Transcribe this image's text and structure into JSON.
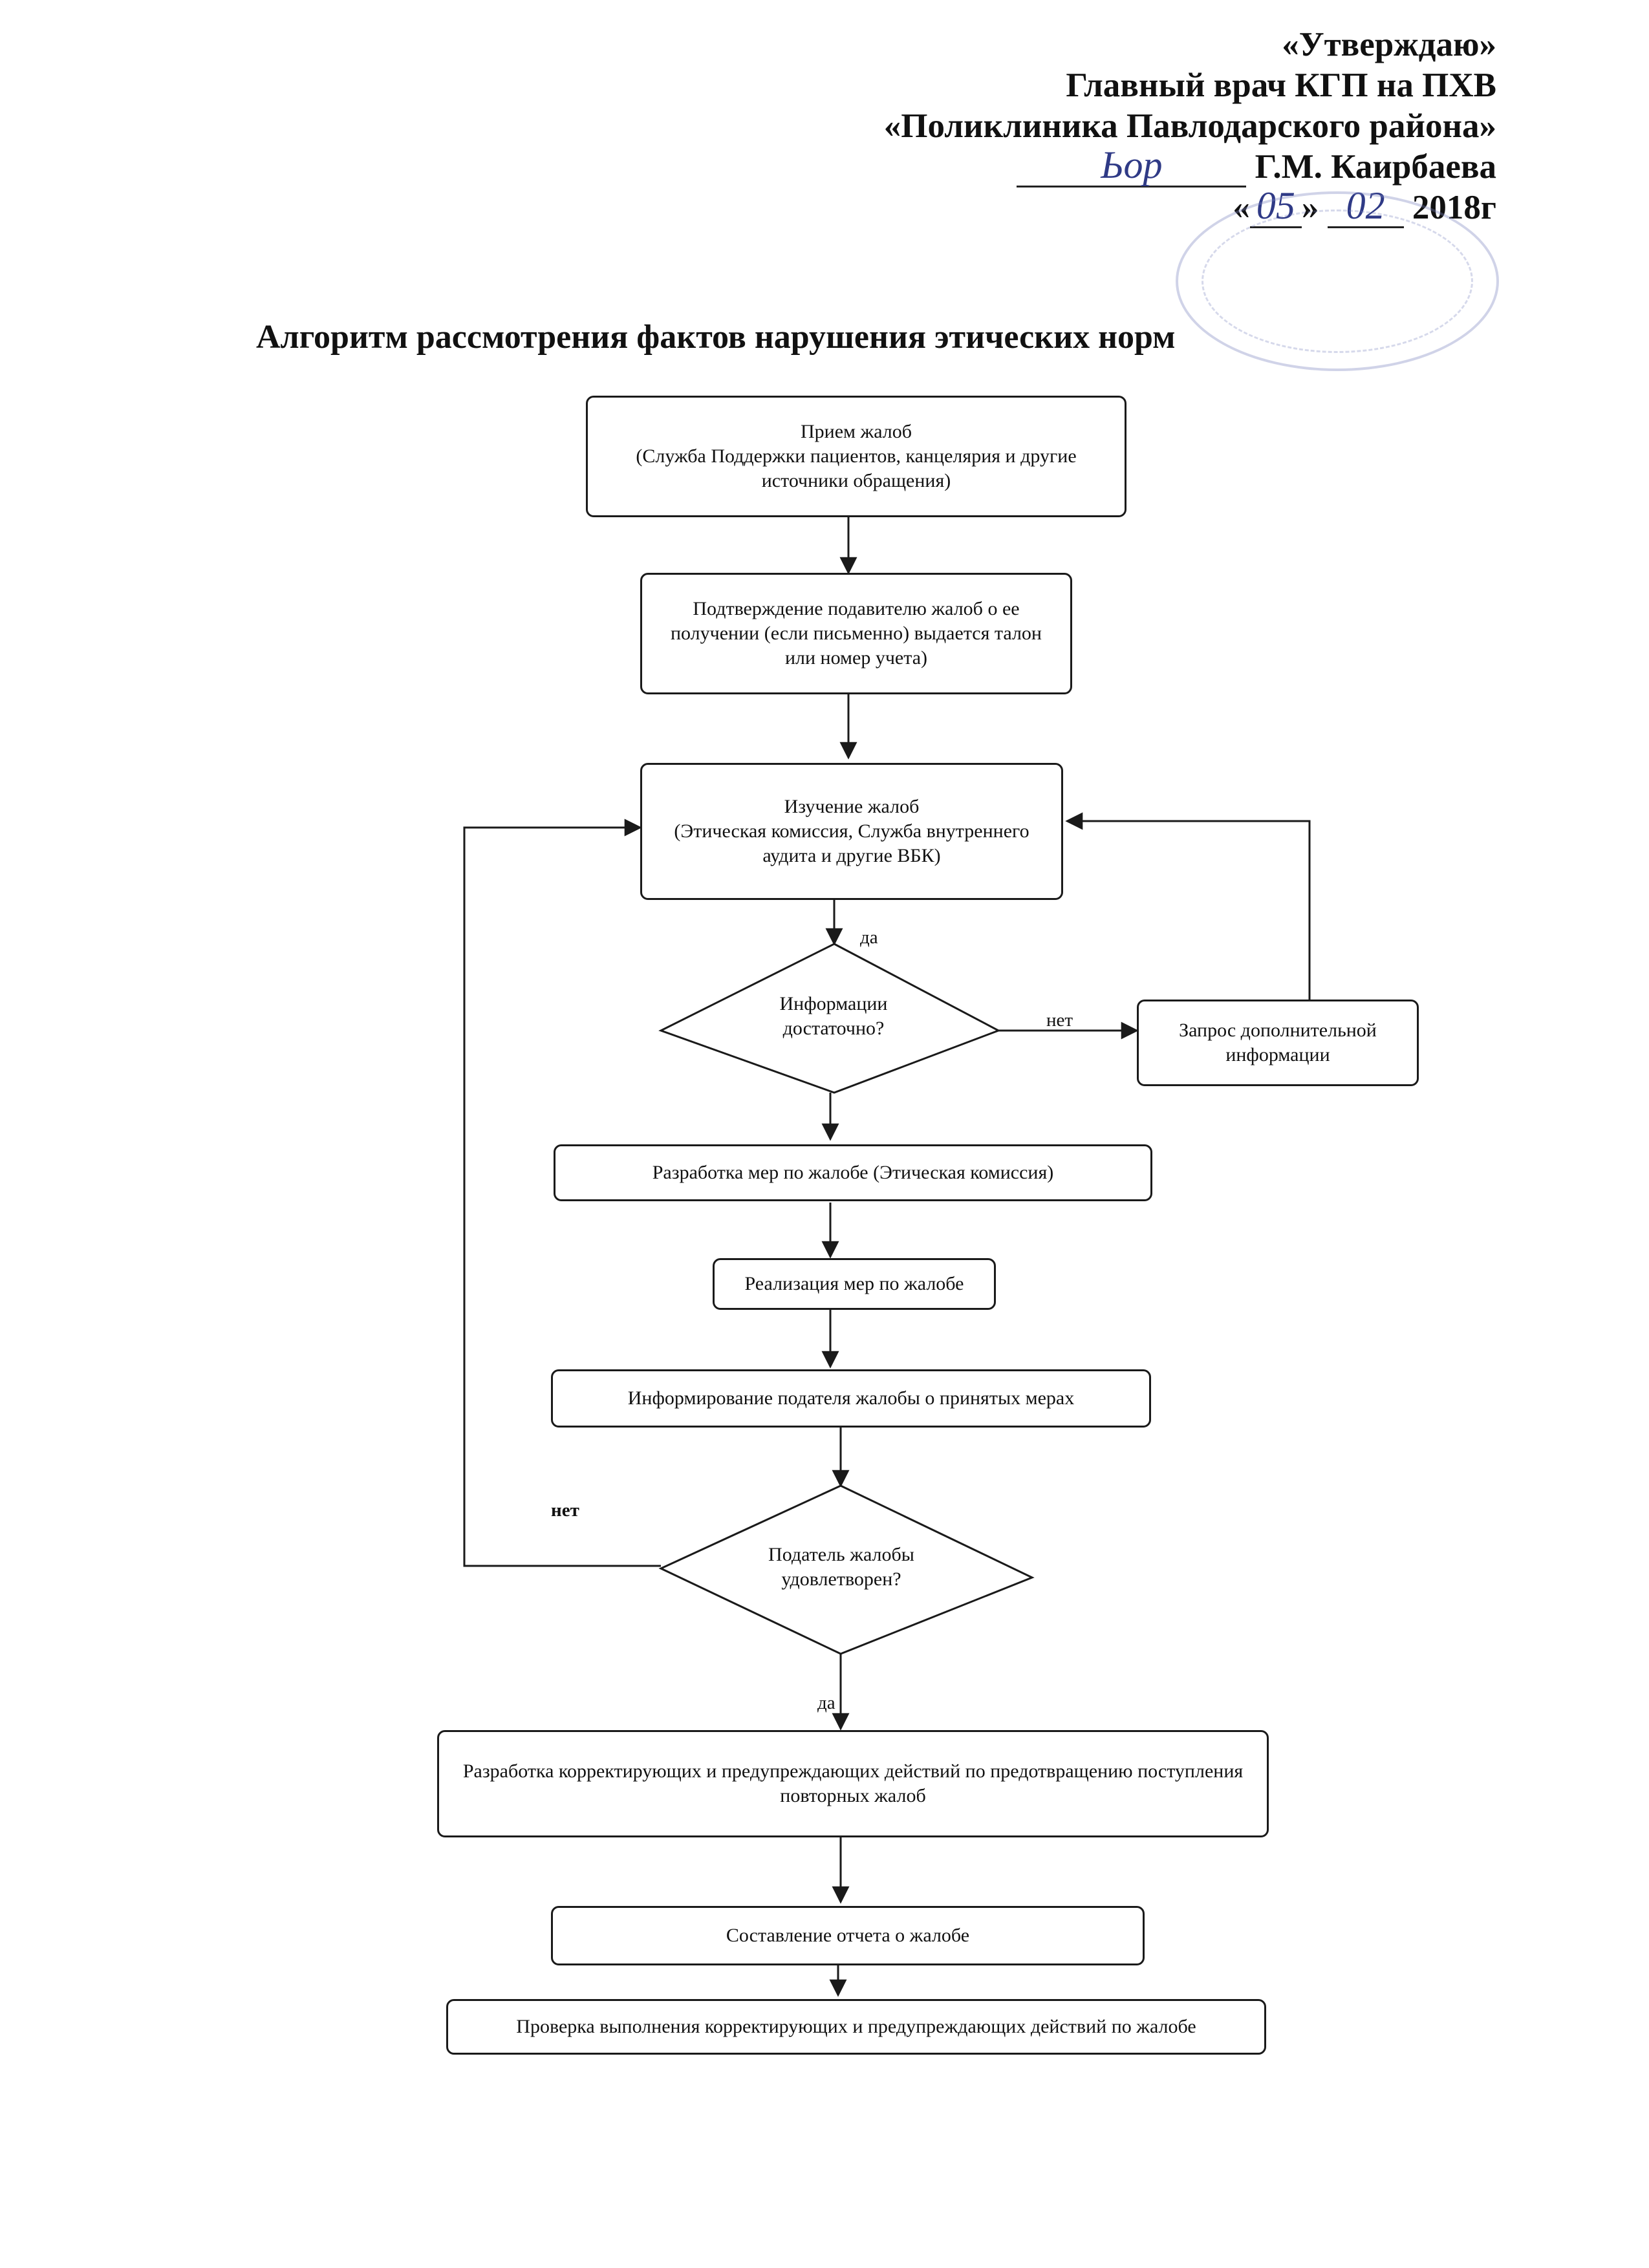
{
  "header": {
    "approve": "«Утверждаю»",
    "position": "Главный врач КГП на ПХВ",
    "organization": "«Поликлиника Павлодарского района»",
    "signature_name": "Г.М. Каирбаева",
    "signature_hand": "Ьор",
    "date_open_quote": "«",
    "date_day": "05",
    "date_close_quote": "»",
    "date_month": "02",
    "date_year": "2018г"
  },
  "title": "Алгоритм рассмотрения фактов нарушения этических норм",
  "flow": {
    "receive": "Прием жалоб\n(Служба Поддержки пациентов, канцелярия и другие\nисточники обращения)",
    "confirm": "Подтверждение подавителю жалоб о ее\nполучении (если письменно) выдается талон\nили номер учета)",
    "study": "Изучение жалоб\n(Этическая комиссия, Служба внутреннего\nаудита и другие ВБК)",
    "decision_info": "Информации\nдостаточно?",
    "request_info": "Запрос дополнительной\nинформации",
    "develop_measures": "Разработка мер по жалобе (Этическая комиссия)",
    "implement": "Реализация мер по жалобе",
    "inform": "Информирование подателя жалобы о принятых мерах",
    "decision_satisfied": "Податель жалобы\nудовлетворен?",
    "corrective": "Разработка корректирующих и предупреждающих действий по предотвращению поступления\nповторных жалоб",
    "report": "Составление отчета о жалобе",
    "verify": "Проверка выполнения корректирующих и предупреждающих действий по жалобе"
  },
  "labels": {
    "yes_1": "да",
    "no_1": "нет",
    "no_2": "нет",
    "yes_2": "да"
  }
}
